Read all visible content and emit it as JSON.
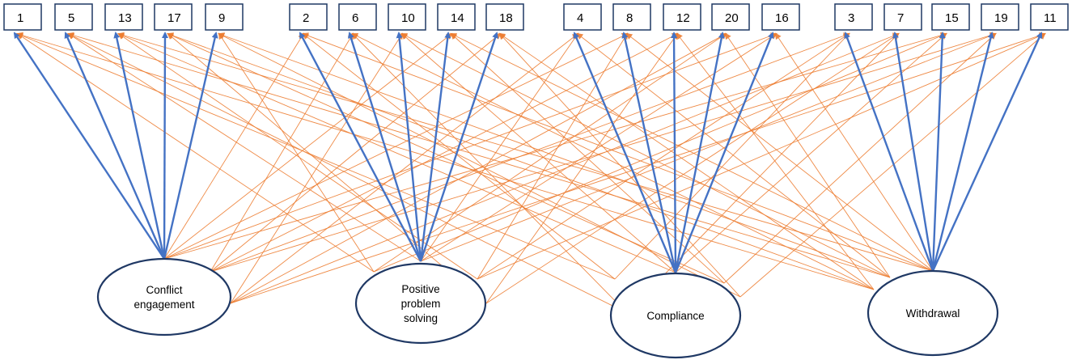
{
  "diagram": {
    "colors": {
      "primary_link": "#4472c4",
      "cross_link": "#ed7d31",
      "node_border": "#1f3864"
    },
    "factors": [
      {
        "id": "conflict",
        "label_lines": [
          "Conflict",
          "engagement"
        ],
        "items": [
          "1",
          "5",
          "13",
          "17",
          "9"
        ]
      },
      {
        "id": "positive",
        "label_lines": [
          "Positive",
          "problem",
          "solving"
        ],
        "items": [
          "2",
          "6",
          "10",
          "14",
          "18"
        ]
      },
      {
        "id": "compliance",
        "label_lines": [
          "Compliance"
        ],
        "items": [
          "4",
          "8",
          "12",
          "20",
          "16"
        ]
      },
      {
        "id": "withdrawal",
        "label_lines": [
          "Withdrawal"
        ],
        "items": [
          "3",
          "7",
          "15",
          "19",
          "11"
        ]
      }
    ],
    "item_order": [
      "1",
      "5",
      "13",
      "17",
      "9",
      "2",
      "6",
      "10",
      "14",
      "18",
      "4",
      "8",
      "12",
      "20",
      "16",
      "3",
      "7",
      "15",
      "19",
      "11"
    ]
  }
}
